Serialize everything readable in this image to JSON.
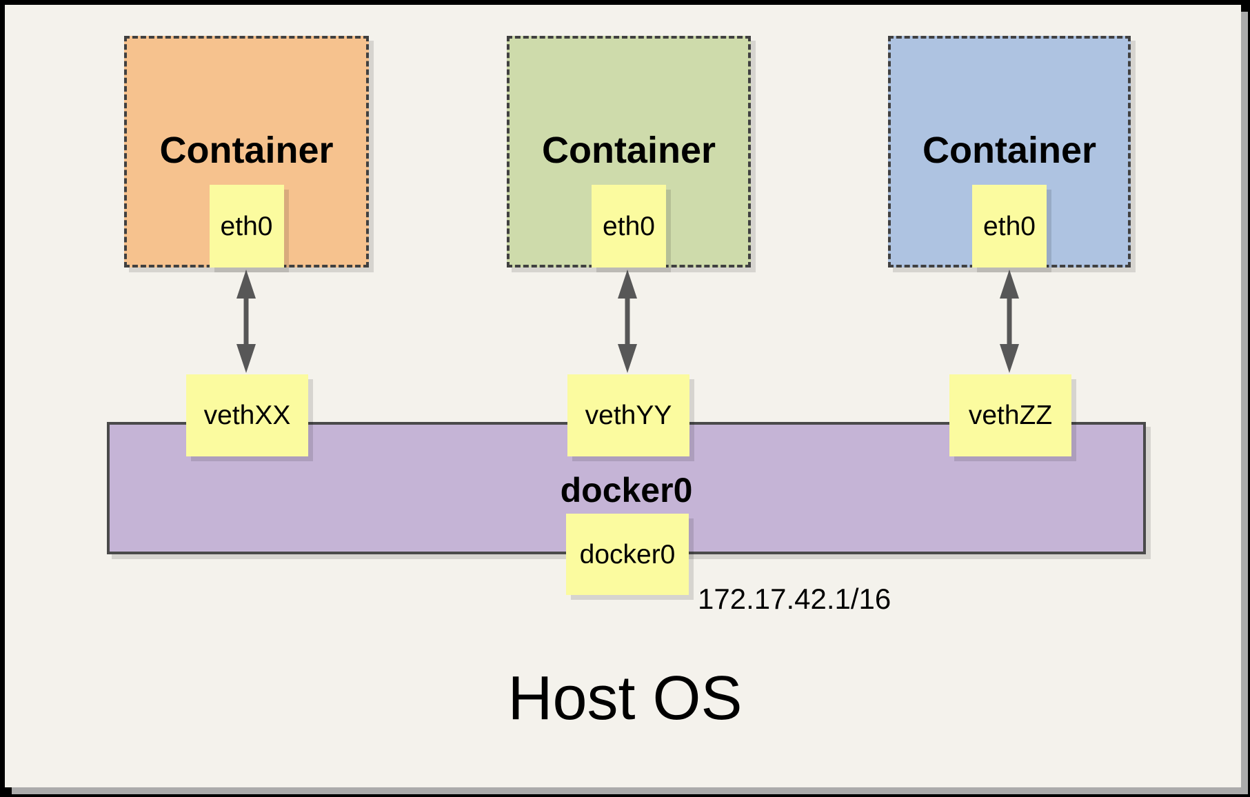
{
  "host": {
    "label": "Host OS"
  },
  "bridge": {
    "name": "docker0",
    "interface": "docker0",
    "ip": "172.17.42.1/16",
    "fill": "#C5B4D6"
  },
  "containers": [
    {
      "label": "Container",
      "interface": "eth0",
      "veth": "vethXX",
      "fill": "#F6C28E"
    },
    {
      "label": "Container",
      "interface": "eth0",
      "veth": "vethYY",
      "fill": "#CEDBAB"
    },
    {
      "label": "Container",
      "interface": "eth0",
      "veth": "vethZZ",
      "fill": "#AEC3E1"
    }
  ],
  "colors": {
    "note_yellow": "#FBFB9F",
    "page_background": "#F4F2EC",
    "frame_black": "#000000",
    "page_shadow_gray": "#ABABAB",
    "dashed_border": "#404040",
    "bridge_border": "#4A4A4A",
    "arrow_gray": "#575757"
  }
}
